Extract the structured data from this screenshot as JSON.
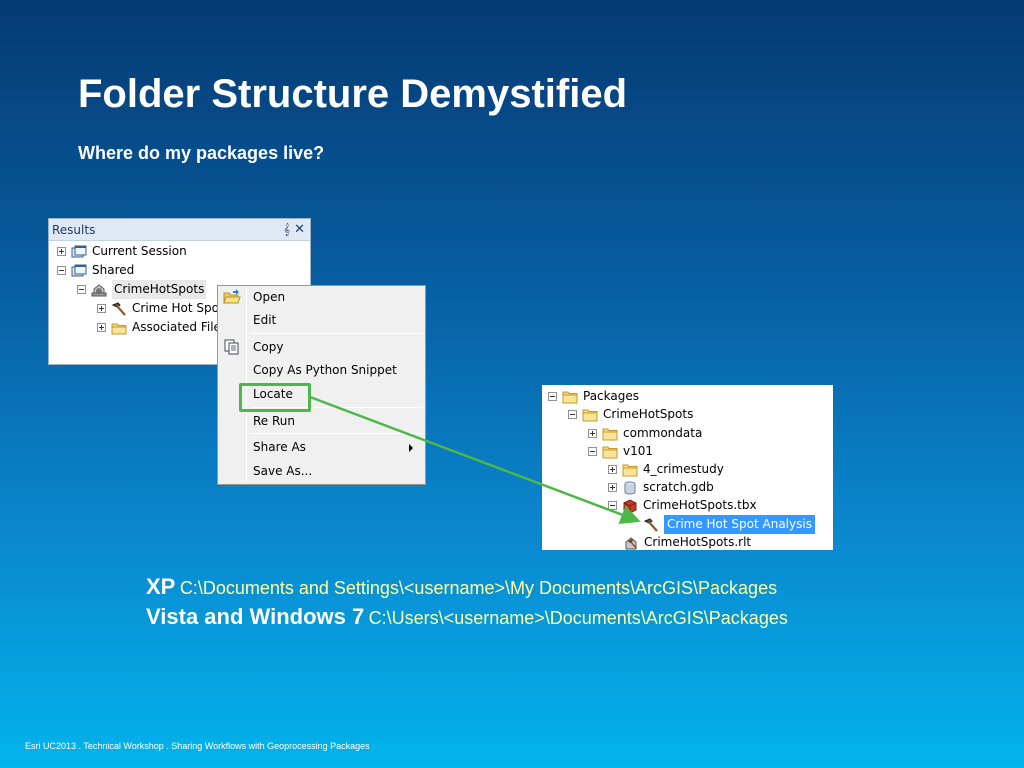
{
  "slide": {
    "title": "Folder Structure Demystified",
    "subtitle": "Where do my packages live?",
    "footer": "Esri UC2013 . Technical Workshop . Sharing Workflows with Geoprocessing Packages"
  },
  "results_panel": {
    "title": "Results",
    "pin_icon": "pin-icon",
    "close_icon": "close-icon",
    "items": [
      {
        "label": "Current Session",
        "expander": "plus",
        "icon": "session-icon"
      },
      {
        "label": "Shared",
        "expander": "minus",
        "icon": "session-icon"
      },
      {
        "label": "CrimeHotSpots",
        "expander": "minus",
        "icon": "package-icon"
      },
      {
        "label": "Crime Hot Spots",
        "expander": "plus",
        "icon": "hammer-tool-icon"
      },
      {
        "label": "Associated Files",
        "expander": "plus",
        "icon": "folder-icon"
      }
    ]
  },
  "context_menu": {
    "items": [
      {
        "label": "Open",
        "icon": "open-folder-icon"
      },
      {
        "label": "Edit"
      },
      {
        "label": "Copy",
        "icon": "copy-icon"
      },
      {
        "label": "Copy As Python Snippet"
      },
      {
        "label": "Locate"
      },
      {
        "label": "Re Run"
      },
      {
        "label": "Share As",
        "submenu": true
      },
      {
        "label": "Save As..."
      }
    ]
  },
  "catalog_tree": {
    "items": [
      {
        "label": "Packages",
        "expander": "minus",
        "icon": "folder-icon"
      },
      {
        "label": "CrimeHotSpots",
        "expander": "minus",
        "icon": "folder-icon"
      },
      {
        "label": "commondata",
        "expander": "plus",
        "icon": "folder-icon"
      },
      {
        "label": "v101",
        "expander": "minus",
        "icon": "folder-icon"
      },
      {
        "label": "4_crimestudy",
        "expander": "plus",
        "icon": "folder-icon"
      },
      {
        "label": "scratch.gdb",
        "expander": "plus",
        "icon": "geodatabase-icon"
      },
      {
        "label": "CrimeHotSpots.tbx",
        "expander": "minus",
        "icon": "toolbox-icon"
      },
      {
        "label": "Crime Hot Spot Analysis",
        "icon": "hammer-tool-icon",
        "selected": true
      },
      {
        "label": "CrimeHotSpots.rlt",
        "icon": "result-file-icon"
      }
    ]
  },
  "paths": [
    {
      "os": "XP",
      "path": "C:\\Documents and Settings\\<username>\\My Documents\\ArcGIS\\Packages"
    },
    {
      "os": "Vista and Windows 7",
      "path": "C:\\Users\\<username>\\Documents\\ArcGIS\\Packages"
    }
  ],
  "colors": {
    "highlight_border": "#4cb84a",
    "path_text": "#ffffa8",
    "selection": "#3399ff"
  }
}
